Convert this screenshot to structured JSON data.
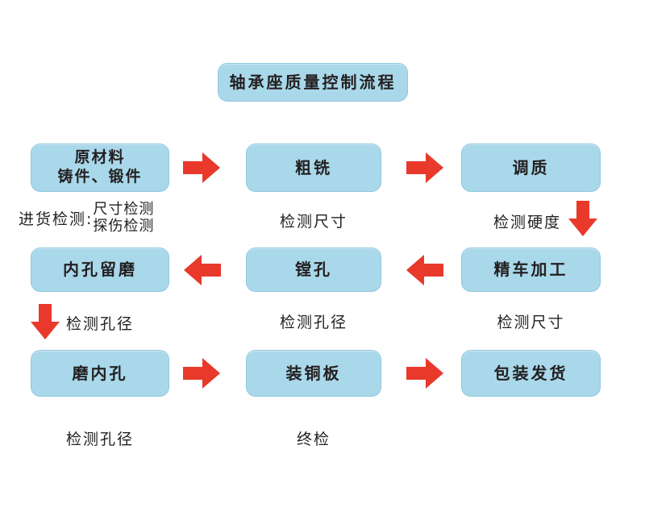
{
  "colors": {
    "box_fill": "#a9d8ea",
    "box_border": "#8ec8dd",
    "arrow_red": "#e8392b",
    "text": "#231f20",
    "background": "#ffffff"
  },
  "title": {
    "label": "轴承座质量控制流程"
  },
  "process": {
    "row1": {
      "raw_material_line1": "原材料",
      "raw_material_line2": "铸件、锻件",
      "rough_milling": "粗铣",
      "tempering": "调质"
    },
    "row2": {
      "bore_grinding_allowance": "内孔留磨",
      "boring": "镗孔",
      "finish_turning": "精车加工"
    },
    "row3": {
      "grind_bore": "磨内孔",
      "fit_copper_plate": "装铜板",
      "pack_and_ship": "包装发货"
    }
  },
  "inspections": {
    "incoming_prefix": "进货检测:",
    "incoming_item1": "尺寸检测",
    "incoming_item2": "探伤检测",
    "after_rough_milling": "检测尺寸",
    "after_tempering": "检测硬度",
    "after_allowance": "检测孔径",
    "after_boring": "检测孔径",
    "after_finish_turning": "检测尺寸",
    "after_grinding": "检测孔径",
    "final_inspection": "终检"
  },
  "icons": {
    "right_arrow": "right-arrow-icon",
    "left_arrow": "left-arrow-icon",
    "down_arrow": "down-arrow-icon"
  }
}
